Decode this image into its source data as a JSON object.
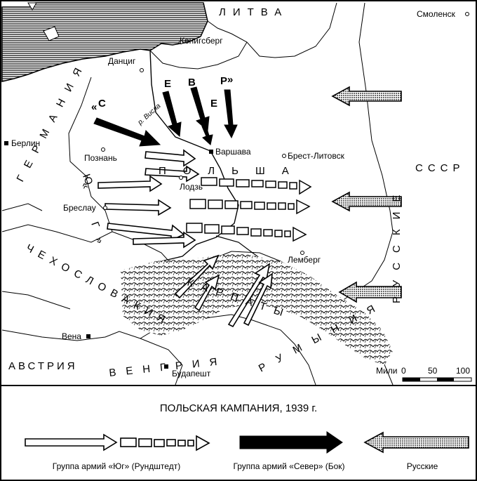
{
  "map": {
    "countries": {
      "lithuania": "ЛИТВА",
      "germany": "ГЕРМАНИЯ",
      "poland": "ПОЛЬША",
      "ussr": "СССР",
      "czechoslovakia": "ЧЕХОСЛОВАКИЯ",
      "hungary": "ВЕНГРИЯ",
      "austria": "АВСТРИЯ",
      "romania": "РУМЫНИЯ",
      "carpathians": "КАРПАТЫ"
    },
    "cities": {
      "smolensk": "Смоленск",
      "konigsberg": "Кенигсберг",
      "danzig": "Данциг",
      "berlin": "Берлин",
      "poznan": "Познань",
      "warsaw": "Варшава",
      "brest": "Брест-Литовск",
      "lodz": "Лодзь",
      "breslau": "Бреслау",
      "lemberg": "Лемберг",
      "vienna": "Вена",
      "budapest": "Будапешт"
    },
    "river": "р. Висла",
    "army_labels": {
      "north": [
        "«",
        "С",
        "Е",
        "В",
        "Е",
        "Р",
        "»"
      ],
      "south": [
        "«",
        "Ю",
        "Г",
        "»"
      ],
      "russians": "РУССКИЕ"
    },
    "scale": {
      "label": "Мили",
      "ticks": [
        "0",
        "50",
        "100"
      ]
    }
  },
  "legend": {
    "title": "ПОЛЬСКАЯ КАМПАНИЯ, 1939 г.",
    "items": [
      {
        "label": "Группа армий «Юг» (Рундштедт)",
        "icon": "double-line-arrow-with-dashed-box-continuation"
      },
      {
        "label": "Группа армий «Север» (Бок)",
        "icon": "solid-black-arrow"
      },
      {
        "label": "Русские",
        "icon": "stippled-arrow"
      }
    ]
  },
  "colors": {
    "ink": "#000000",
    "paper": "#ffffff"
  }
}
